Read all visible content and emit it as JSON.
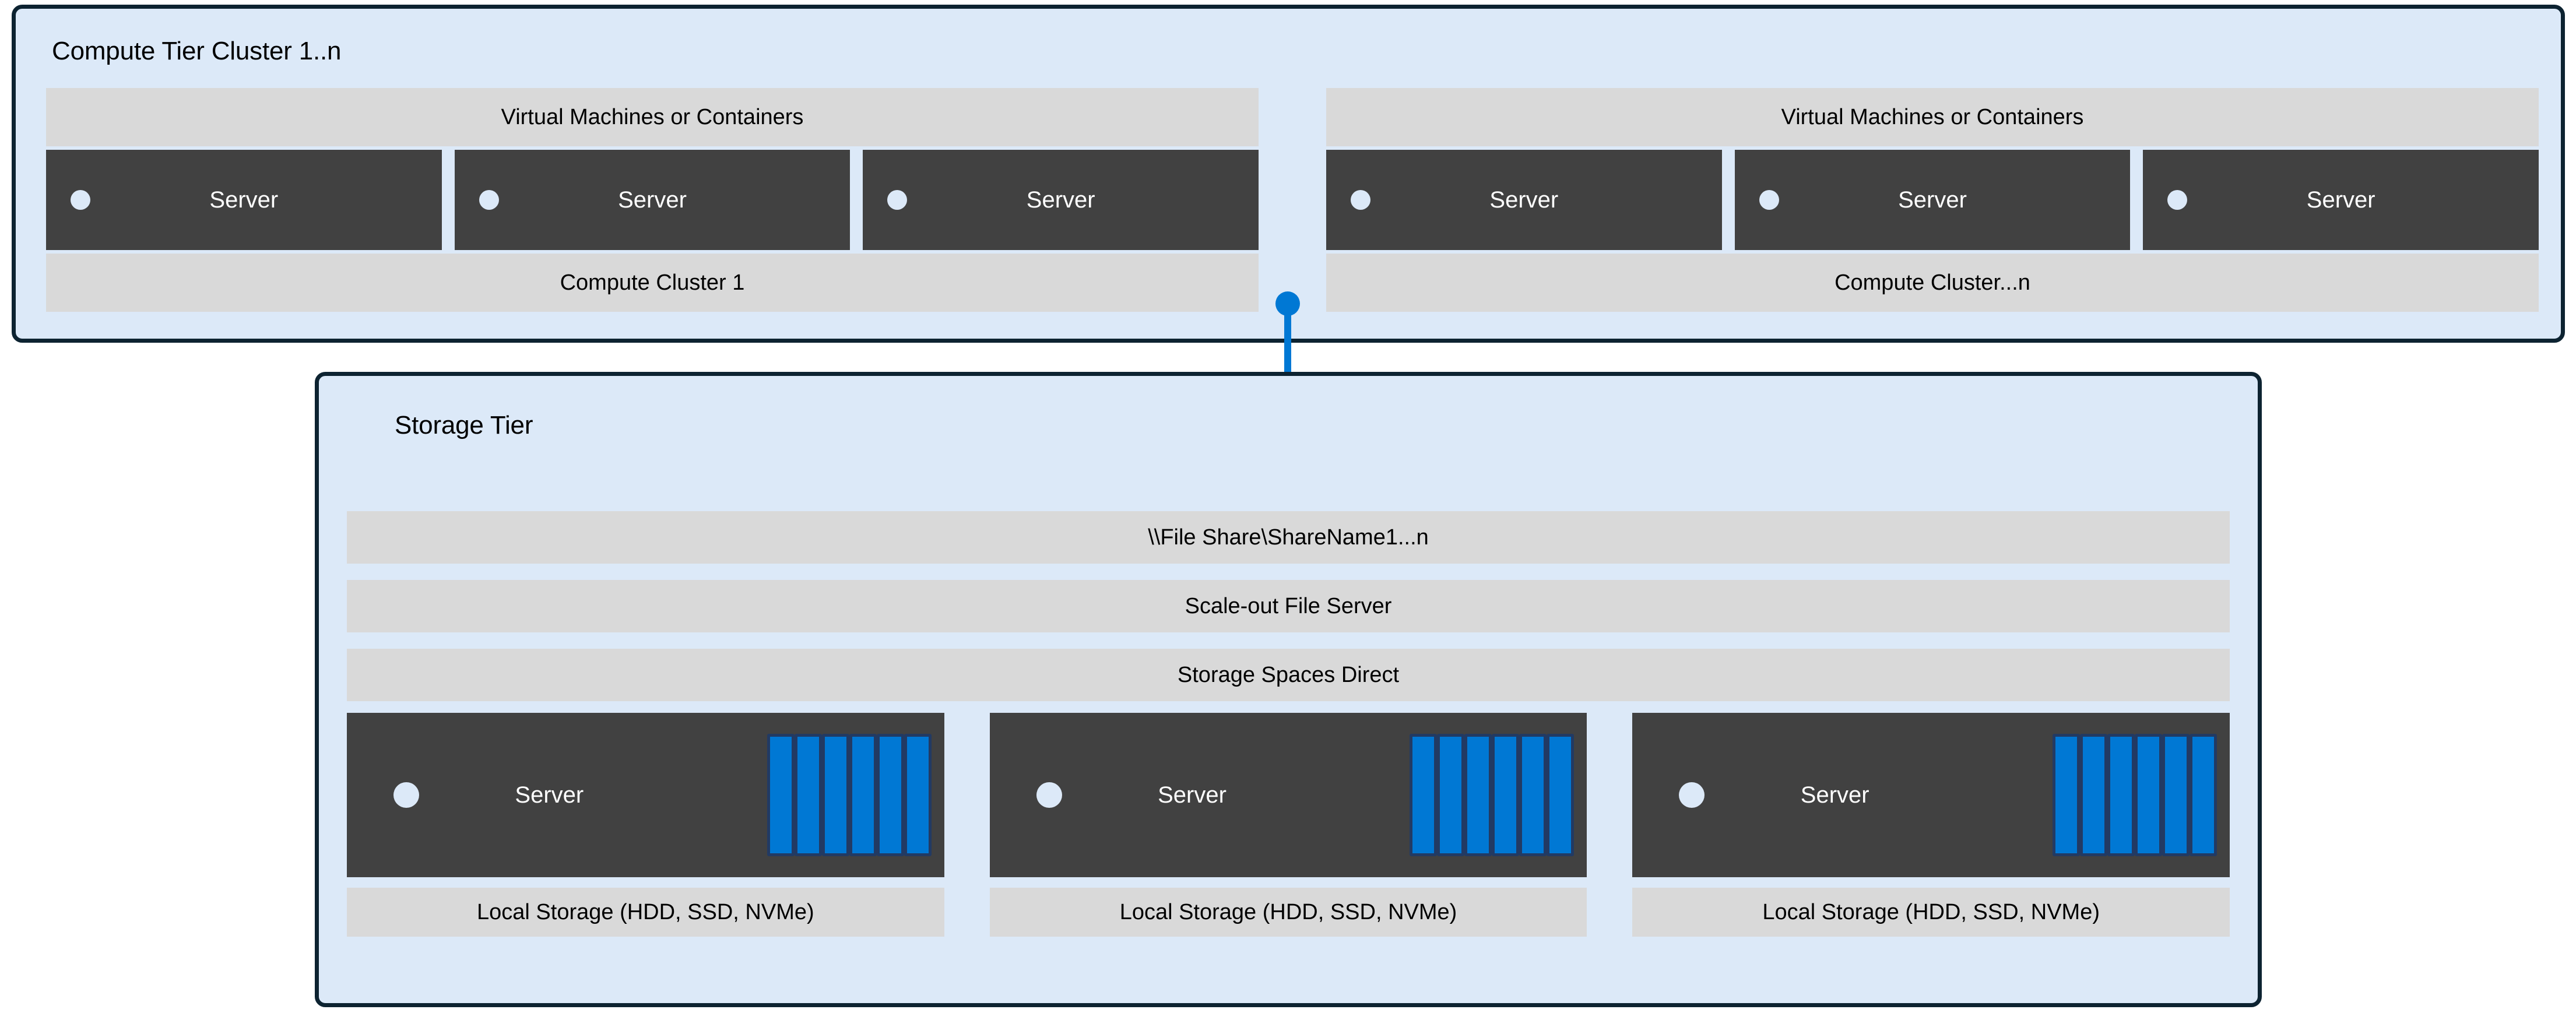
{
  "diagram": {
    "colors": {
      "panel_bg": "#dce9f8",
      "panel_border": "#0d2331",
      "band_bg": "#d9d9d9",
      "server_bg": "#414141",
      "accent_blue": "#0078d4",
      "disk_border": "#223a63",
      "led": "#dce9f8"
    }
  },
  "compute_tier": {
    "title": "Compute Tier Cluster 1..n",
    "clusters": [
      {
        "top_band": "Virtual Machines or Containers",
        "bottom_band": "Compute Cluster 1",
        "servers": [
          {
            "label": "Server"
          },
          {
            "label": "Server"
          },
          {
            "label": "Server"
          }
        ]
      },
      {
        "top_band": "Virtual Machines or Containers",
        "bottom_band": "Compute Cluster...n",
        "servers": [
          {
            "label": "Server"
          },
          {
            "label": "Server"
          },
          {
            "label": "Server"
          }
        ]
      }
    ]
  },
  "connector": {
    "icon": "folder-icon"
  },
  "storage_tier": {
    "title": "Storage Tier",
    "bands": [
      "\\\\File Share\\ShareName1...n",
      "Scale-out File Server",
      "Storage Spaces Direct"
    ],
    "nodes": [
      {
        "server_label": "Server",
        "disk_count": 6,
        "storage_label": "Local Storage (HDD, SSD, NVMe)"
      },
      {
        "server_label": "Server",
        "disk_count": 6,
        "storage_label": "Local Storage (HDD, SSD, NVMe)"
      },
      {
        "server_label": "Server",
        "disk_count": 6,
        "storage_label": "Local Storage (HDD, SSD, NVMe)"
      }
    ]
  }
}
